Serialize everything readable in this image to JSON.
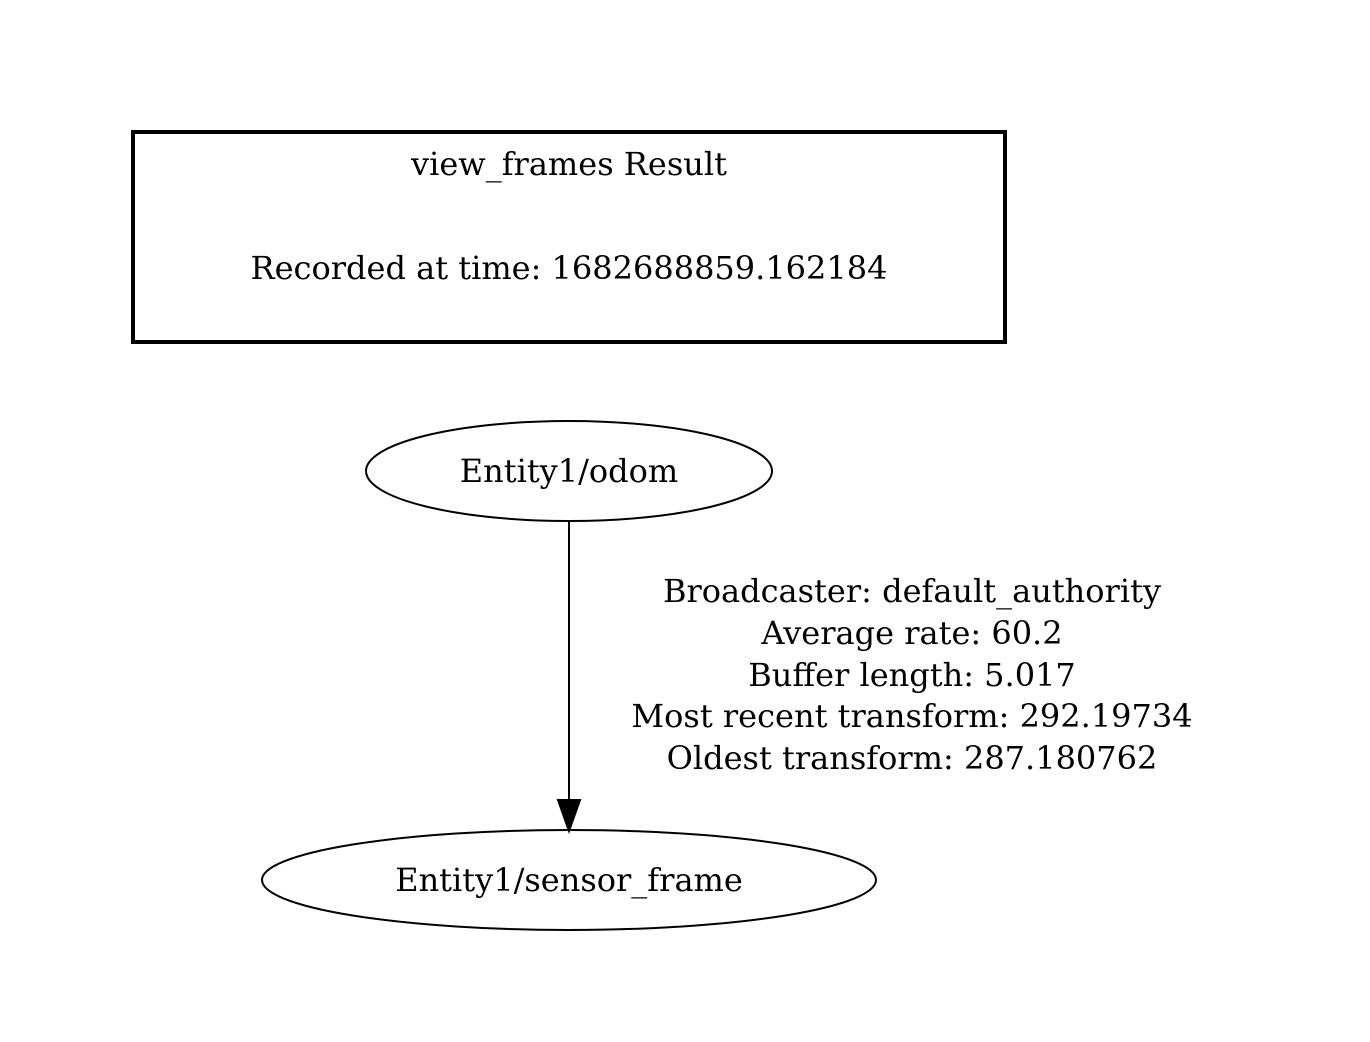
{
  "header_box": {
    "title": "view_frames Result",
    "recorded": "Recorded at time: 1682688859.162184"
  },
  "nodes": {
    "source": {
      "label": "Entity1/odom"
    },
    "target": {
      "label": "Entity1/sensor_frame"
    }
  },
  "edge": {
    "lines": [
      "Broadcaster: default_authority",
      "Average rate: 60.2",
      "Buffer length: 5.017",
      "Most recent transform: 292.19734",
      "Oldest transform: 287.180762"
    ]
  },
  "colors": {
    "stroke": "#000000",
    "background": "#ffffff"
  }
}
